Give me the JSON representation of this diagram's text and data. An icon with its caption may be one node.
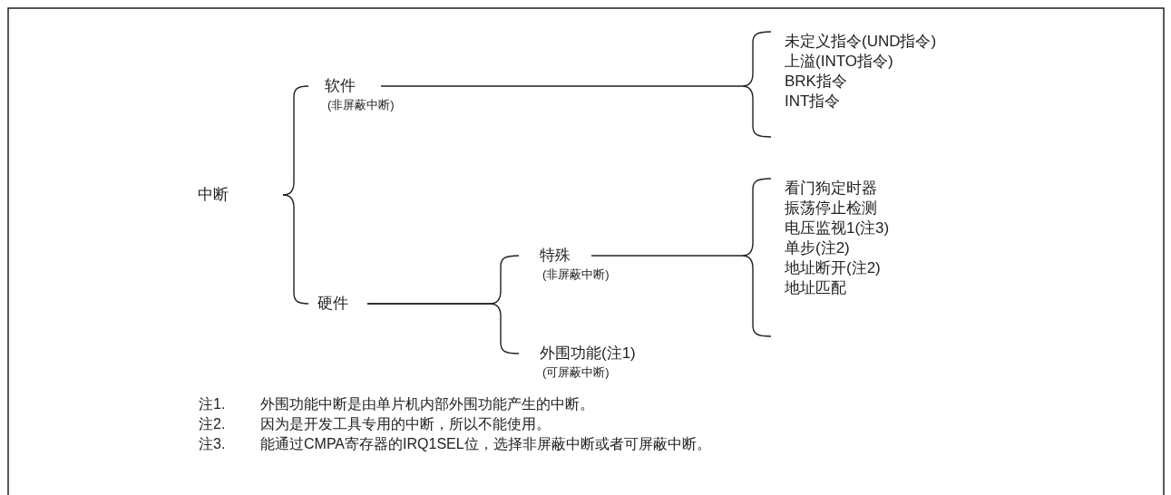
{
  "diagram": {
    "nodes": [
      {
        "text": [
          "中断"
        ]
      },
      {
        "text": [
          "软件",
          "(非屏蔽中断)"
        ]
      },
      {
        "text": [
          "硬件"
        ]
      },
      {
        "text": [
          "特殊",
          "(非屏蔽中断)"
        ]
      },
      {
        "text": [
          "外围功能(注1)",
          "(可屏蔽中断)"
        ]
      },
      {
        "text": [
          "未定义指令(UND指令)",
          "上溢(INTO指令)",
          "BRK指令",
          "INT指令"
        ]
      },
      {
        "text": [
          "看门狗定时器",
          "振荡停止检测",
          "电压监视1(注3)",
          "单步(注2)",
          "地址断开(注2)",
          "地址匹配"
        ]
      }
    ],
    "edges": [
      {
        "from": 0,
        "to": 1,
        "arrow": "none"
      },
      {
        "from": 0,
        "to": 2,
        "arrow": "none"
      },
      {
        "from": 1,
        "to": 5,
        "arrow": "none"
      },
      {
        "from": 2,
        "to": 3,
        "arrow": "none"
      },
      {
        "from": 2,
        "to": 4,
        "arrow": "none"
      },
      {
        "from": 3,
        "to": 6,
        "arrow": "none"
      }
    ],
    "labels": [
      "注1.",
      "外围功能中断是由单片机内部外围功能产生的中断。",
      "注2.",
      "因为是开发工具专用的中断，所以不能使用。",
      "注3.",
      "能通过CMPA寄存器的IRQ1SEL位，选择非屏蔽中断或者可屏蔽中断。"
    ]
  }
}
